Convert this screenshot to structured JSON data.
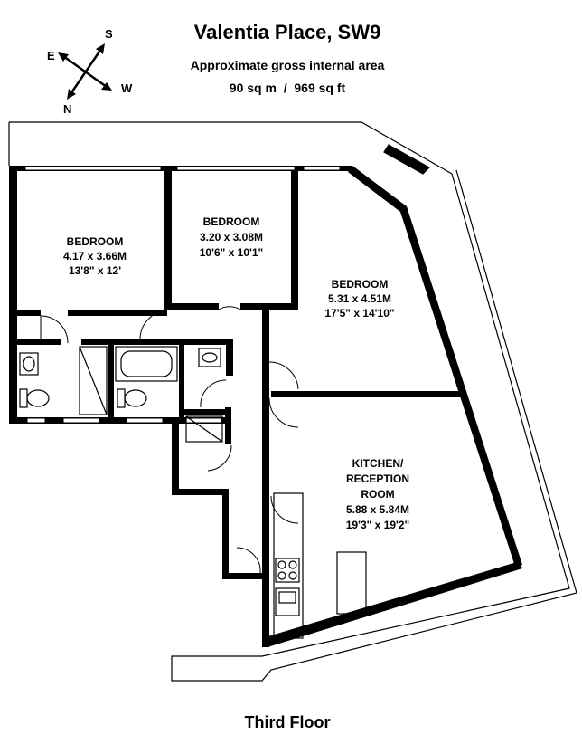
{
  "header": {
    "title": "Valentia Place, SW9",
    "area_label": "Approximate gross internal area",
    "area_value": "90 sq m  /  969 sq ft"
  },
  "compass": {
    "north": "N",
    "south": "S",
    "east": "E",
    "west": "W"
  },
  "rooms": {
    "bedroom1": {
      "name": "BEDROOM",
      "metric": "4.17 x 3.66M",
      "imperial": "13'8\" x 12'"
    },
    "bedroom2": {
      "name": "BEDROOM",
      "metric": "3.20 x 3.08M",
      "imperial": "10'6\" x 10'1\""
    },
    "bedroom3": {
      "name": "BEDROOM",
      "metric": "5.31 x 4.51M",
      "imperial": "17'5\" x 14'10\""
    },
    "kitchen": {
      "name_line1": "KITCHEN/",
      "name_line2": "RECEPTION",
      "name_line3": "ROOM",
      "metric": "5.88 x 5.84M",
      "imperial": "19'3\" x 19'2\""
    }
  },
  "footer": {
    "floor_label": "Third Floor"
  },
  "colors": {
    "wall": "#000000",
    "background": "#ffffff"
  }
}
